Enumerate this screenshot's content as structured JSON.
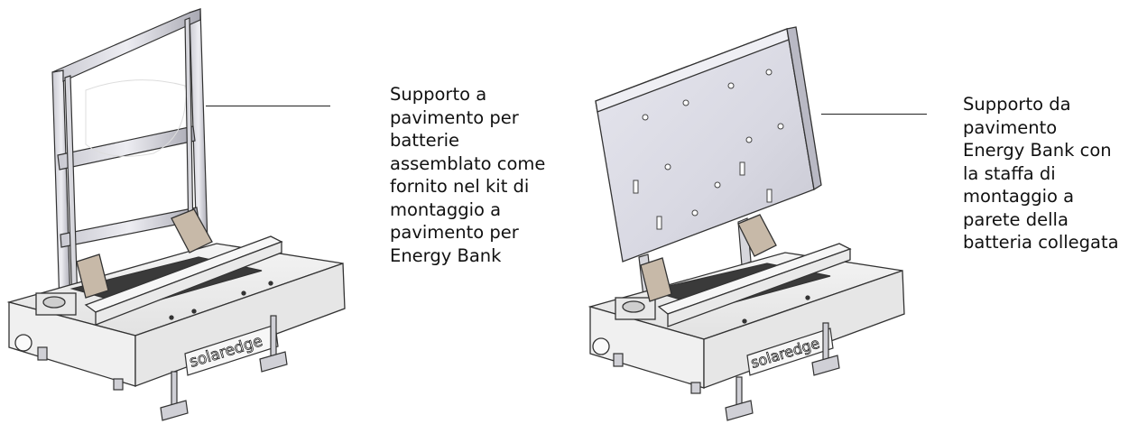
{
  "captions": {
    "left": "Supporto a\npavimento per\nbatterie\nassemblato come\nfornito nel kit di\nmontaggio a\npavimento per\nEnergy Bank",
    "right": "Supporto da\npavimento\nEnergy Bank con\nla staffa di\nmontaggio a\nparete della\nbatteria collegata"
  },
  "logo": "solaredge",
  "icons": {
    "left_figure": "floor-stand-with-frame",
    "right_figure": "floor-stand-with-wall-bracket"
  }
}
